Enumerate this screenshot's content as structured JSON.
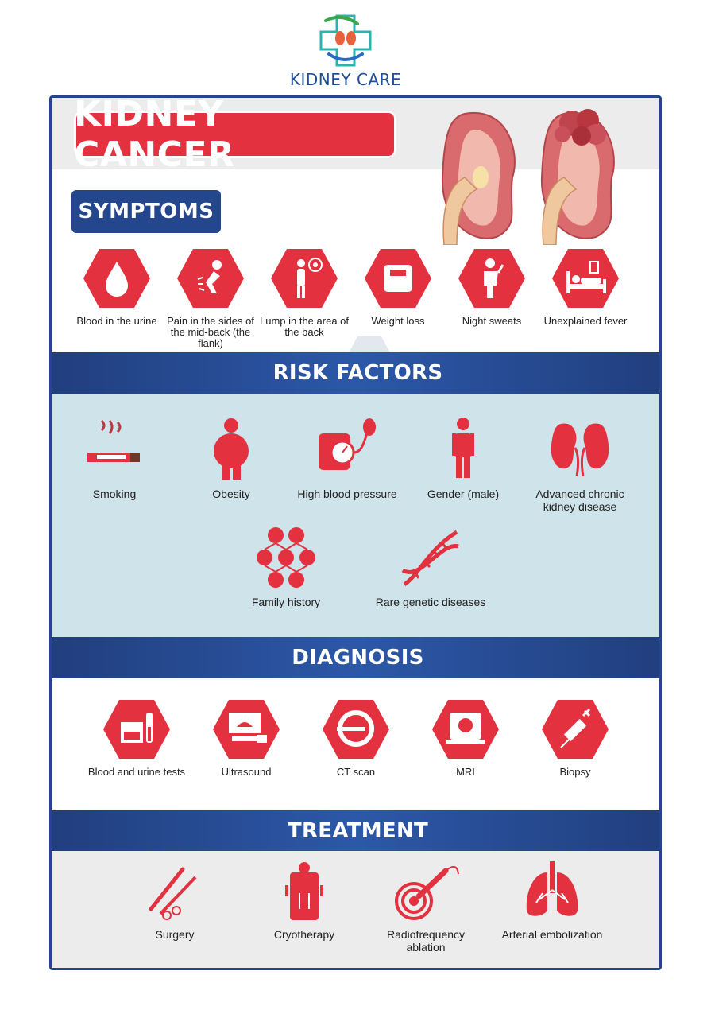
{
  "logo": {
    "text": "KIDNEY CARE"
  },
  "title": "KIDNEY CANCER",
  "symptoms": {
    "heading": "SYMPTOMS",
    "items": [
      {
        "label": "Blood in the urine",
        "icon": "blood-drop-icon"
      },
      {
        "label": "Pain in the sides of the mid-back (the flank)",
        "icon": "back-pain-icon"
      },
      {
        "label": "Lump in the area of the back",
        "icon": "lump-icon"
      },
      {
        "label": "Weight loss",
        "icon": "scale-icon"
      },
      {
        "label": "Night sweats",
        "icon": "sweating-person-icon"
      },
      {
        "label": "Unexplained fever",
        "icon": "fever-bed-icon"
      }
    ]
  },
  "risk_factors": {
    "heading": "RISK FACTORS",
    "items": [
      {
        "label": "Smoking",
        "icon": "cigarette-icon"
      },
      {
        "label": "Obesity",
        "icon": "obese-person-icon"
      },
      {
        "label": "High blood pressure",
        "icon": "blood-pressure-gauge-icon"
      },
      {
        "label": "Gender (male)",
        "icon": "male-figure-icon"
      },
      {
        "label": "Advanced chronic kidney disease",
        "icon": "kidneys-icon"
      },
      {
        "label": "Family history",
        "icon": "family-tree-icon"
      },
      {
        "label": "Rare genetic diseases",
        "icon": "dna-icon"
      }
    ]
  },
  "diagnosis": {
    "heading": "DIAGNOSIS",
    "items": [
      {
        "label": "Blood and urine tests",
        "icon": "test-tubes-icon"
      },
      {
        "label": "Ultrasound",
        "icon": "ultrasound-icon"
      },
      {
        "label": "CT scan",
        "icon": "ct-scanner-icon"
      },
      {
        "label": "MRI",
        "icon": "mri-machine-icon"
      },
      {
        "label": "Biopsy",
        "icon": "syringe-icon"
      }
    ]
  },
  "treatment": {
    "heading": "TREATMENT",
    "items": [
      {
        "label": "Surgery",
        "icon": "surgical-tools-icon"
      },
      {
        "label": "Cryotherapy",
        "icon": "cryo-chamber-icon"
      },
      {
        "label": "Radiofrequency ablation",
        "icon": "ablation-probe-icon"
      },
      {
        "label": "Arterial embolization",
        "icon": "lungs-arteries-icon"
      }
    ]
  },
  "colors": {
    "red": "#e3313f",
    "navy": "#23468c",
    "light_blue": "#cfe3ea"
  }
}
